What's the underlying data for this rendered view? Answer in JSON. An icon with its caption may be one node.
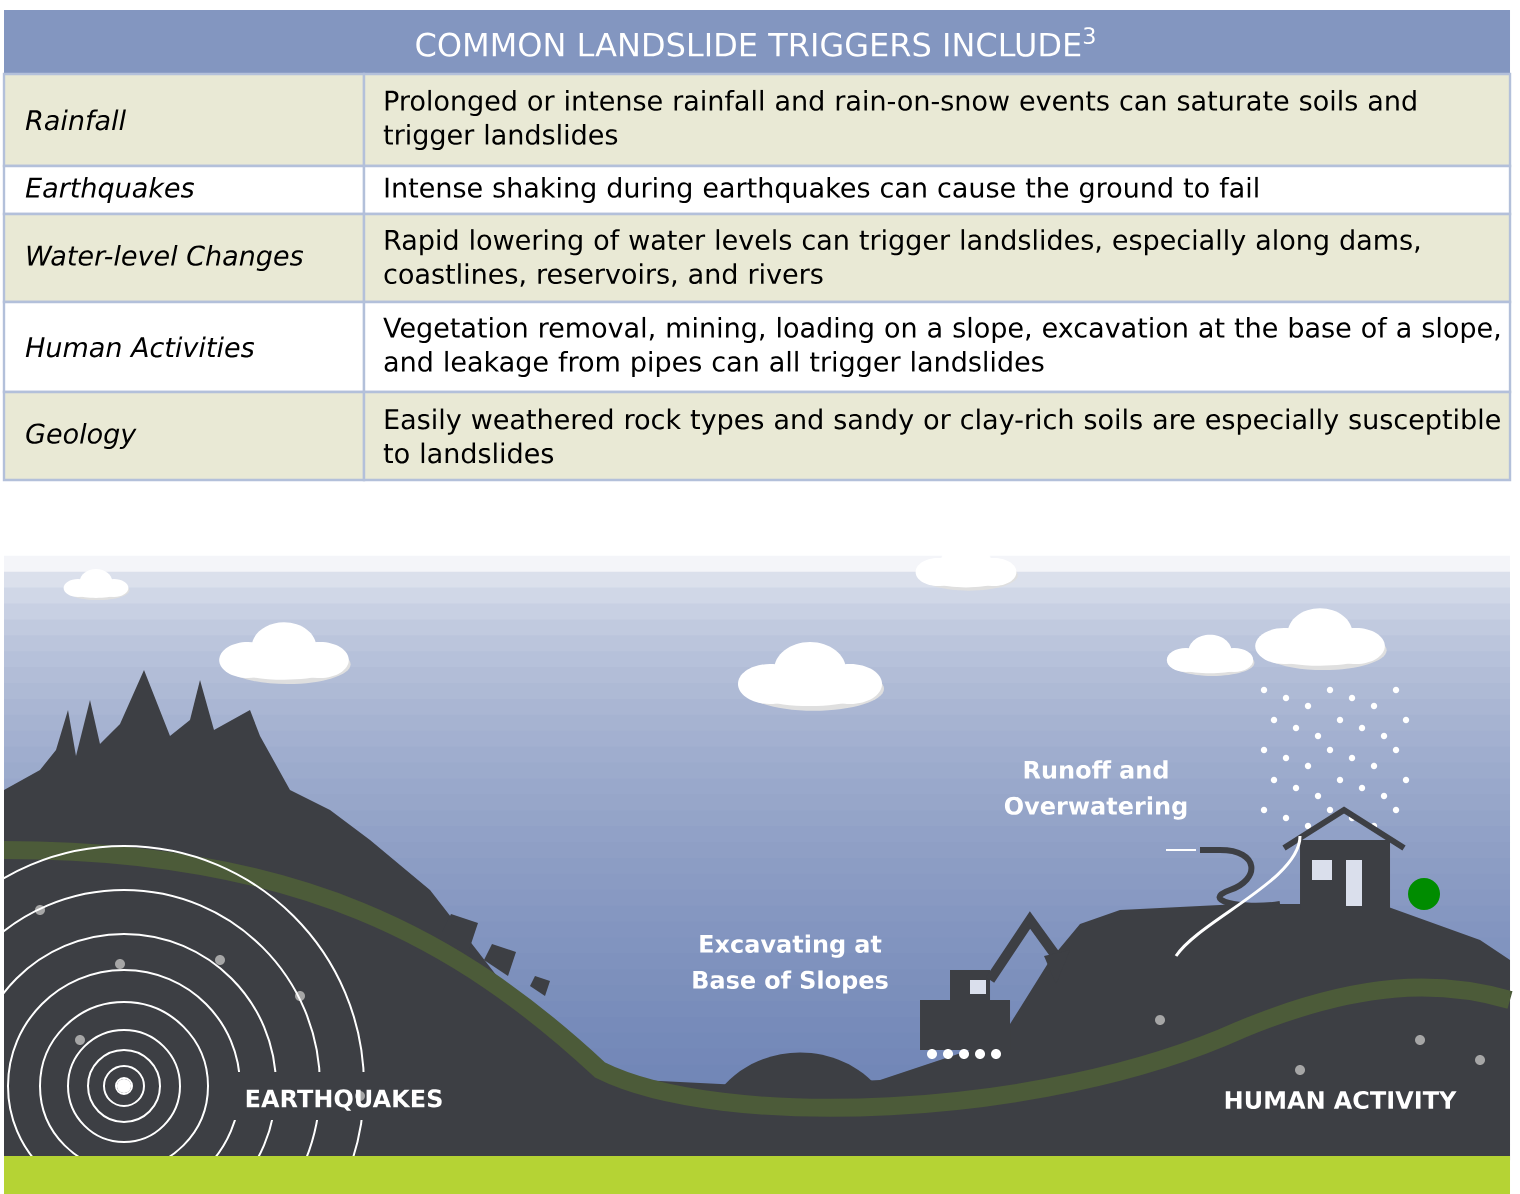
{
  "diagram": {
    "title": "COMMON LANDSLIDE TRIGGERS INCLUDE$^{3}$",
    "labels": [
      "Rainfall",
      "Prolonged or intense rainfall and rain-on-snow events can saturate soils and trigger landslides",
      "Earthquakes",
      "Intense shaking during earthquakes can cause the ground to fail",
      "Water-level Changes",
      "Rapid lowering of water levels can trigger landslides, especially along dams, coastlines, reservoirs, and rivers",
      "Human Activities",
      "Vegetation removal, mining, loading on a slope, excavation at the base of a slope, and leakage from pipes can all trigger landslides",
      "Geology",
      "Easily weathered rock types and sandy or clay-rich soils are especially susceptible to landslides",
      "Runoff and Overwatering",
      "Excavating at Base of Slopes",
      "EARTHQUAKES",
      "HUMAN ACTIVITY"
    ]
  }
}
